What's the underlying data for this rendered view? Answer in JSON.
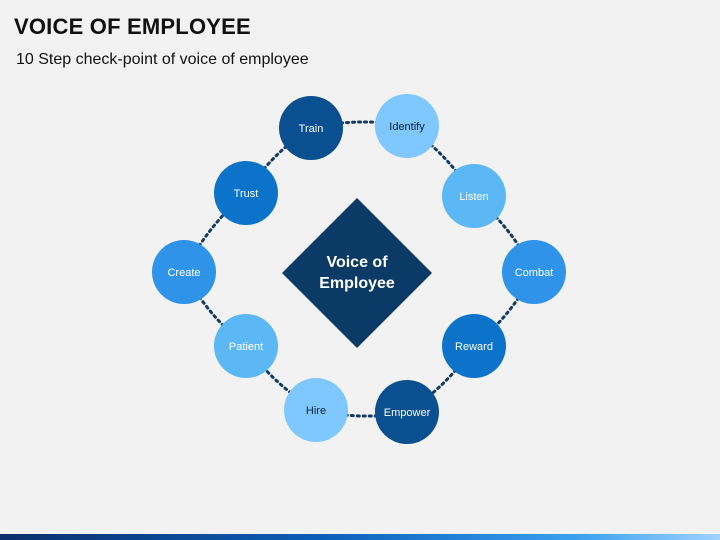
{
  "header": {
    "title": "VOICE OF EMPLOYEE",
    "subtitle": "10 Step check-point of voice of employee"
  },
  "center": {
    "line1": "Voice of",
    "line2": "Employee",
    "color": "#0b3a66"
  },
  "steps": [
    {
      "label": "Identify",
      "color": "#7ec8ff",
      "text_color": "#0b1f33"
    },
    {
      "label": "Listen",
      "color": "#5bb8f5",
      "text_color": "#ffffff"
    },
    {
      "label": "Combat",
      "color": "#2f93ea",
      "text_color": "#ffffff"
    },
    {
      "label": "Reward",
      "color": "#0b73c9",
      "text_color": "#ffffff"
    },
    {
      "label": "Empower",
      "color": "#0a4f8f",
      "text_color": "#ffffff"
    },
    {
      "label": "Hire",
      "color": "#7ec8ff",
      "text_color": "#0b1f33"
    },
    {
      "label": "Patient",
      "color": "#5bb8f5",
      "text_color": "#ffffff"
    },
    {
      "label": "Create",
      "color": "#2f93ea",
      "text_color": "#ffffff"
    },
    {
      "label": "Trust",
      "color": "#0b73c9",
      "text_color": "#ffffff"
    },
    {
      "label": "Train",
      "color": "#0a4f8f",
      "text_color": "#ffffff"
    }
  ],
  "connector_color": "#123a63"
}
